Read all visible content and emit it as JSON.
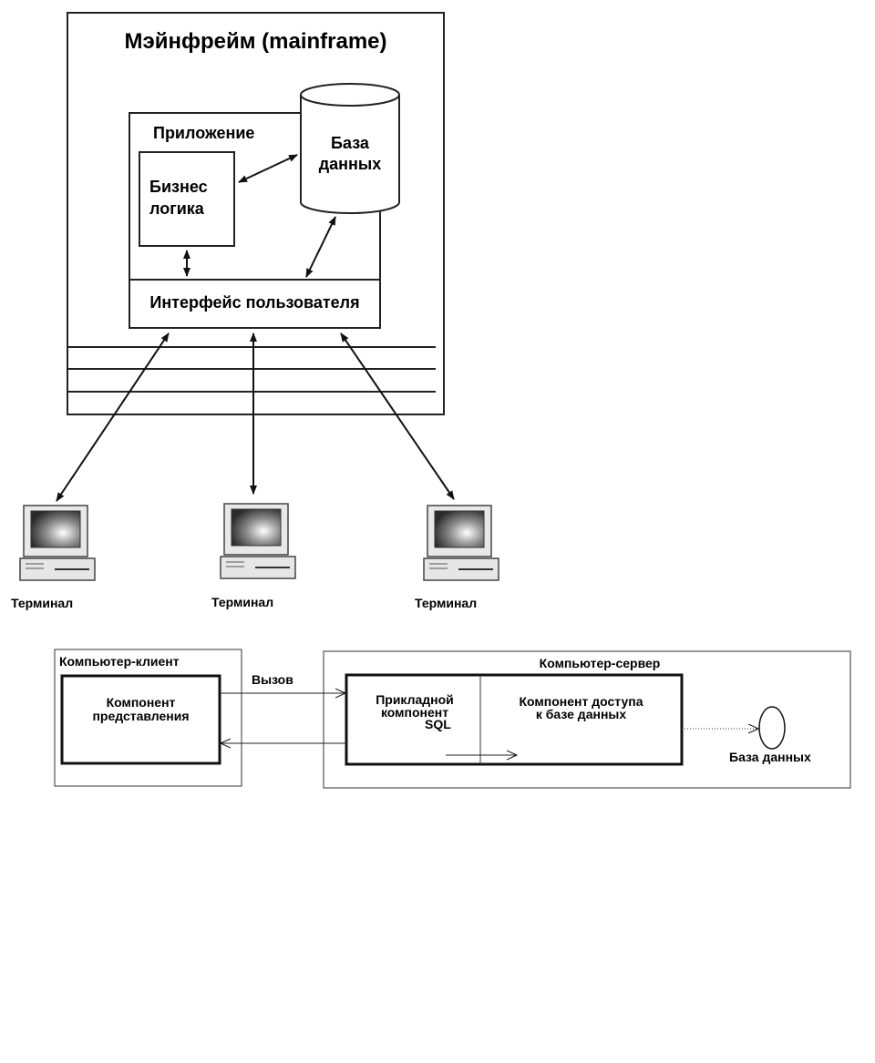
{
  "mainframe": {
    "title": "Мэйнфрейм (mainframe)",
    "application": "Приложение",
    "business_logic": [
      "Бизнес",
      "логика"
    ],
    "database": [
      "База",
      "данных"
    ],
    "user_interface": "Интерфейс пользователя",
    "terminals": [
      "Терминал",
      "Терминал",
      "Терминал"
    ]
  },
  "client_server": {
    "client_title": "Компьютер-клиент",
    "presentation_component": [
      "Компонент",
      "представления"
    ],
    "call_label": "Вызов",
    "server_title": "Компьютер-сервер",
    "application_component": [
      "Прикладной",
      "компонент",
      "SQL"
    ],
    "db_access_component": [
      "Компонент доступа",
      "к базе данных"
    ],
    "database_label": "База данных"
  }
}
